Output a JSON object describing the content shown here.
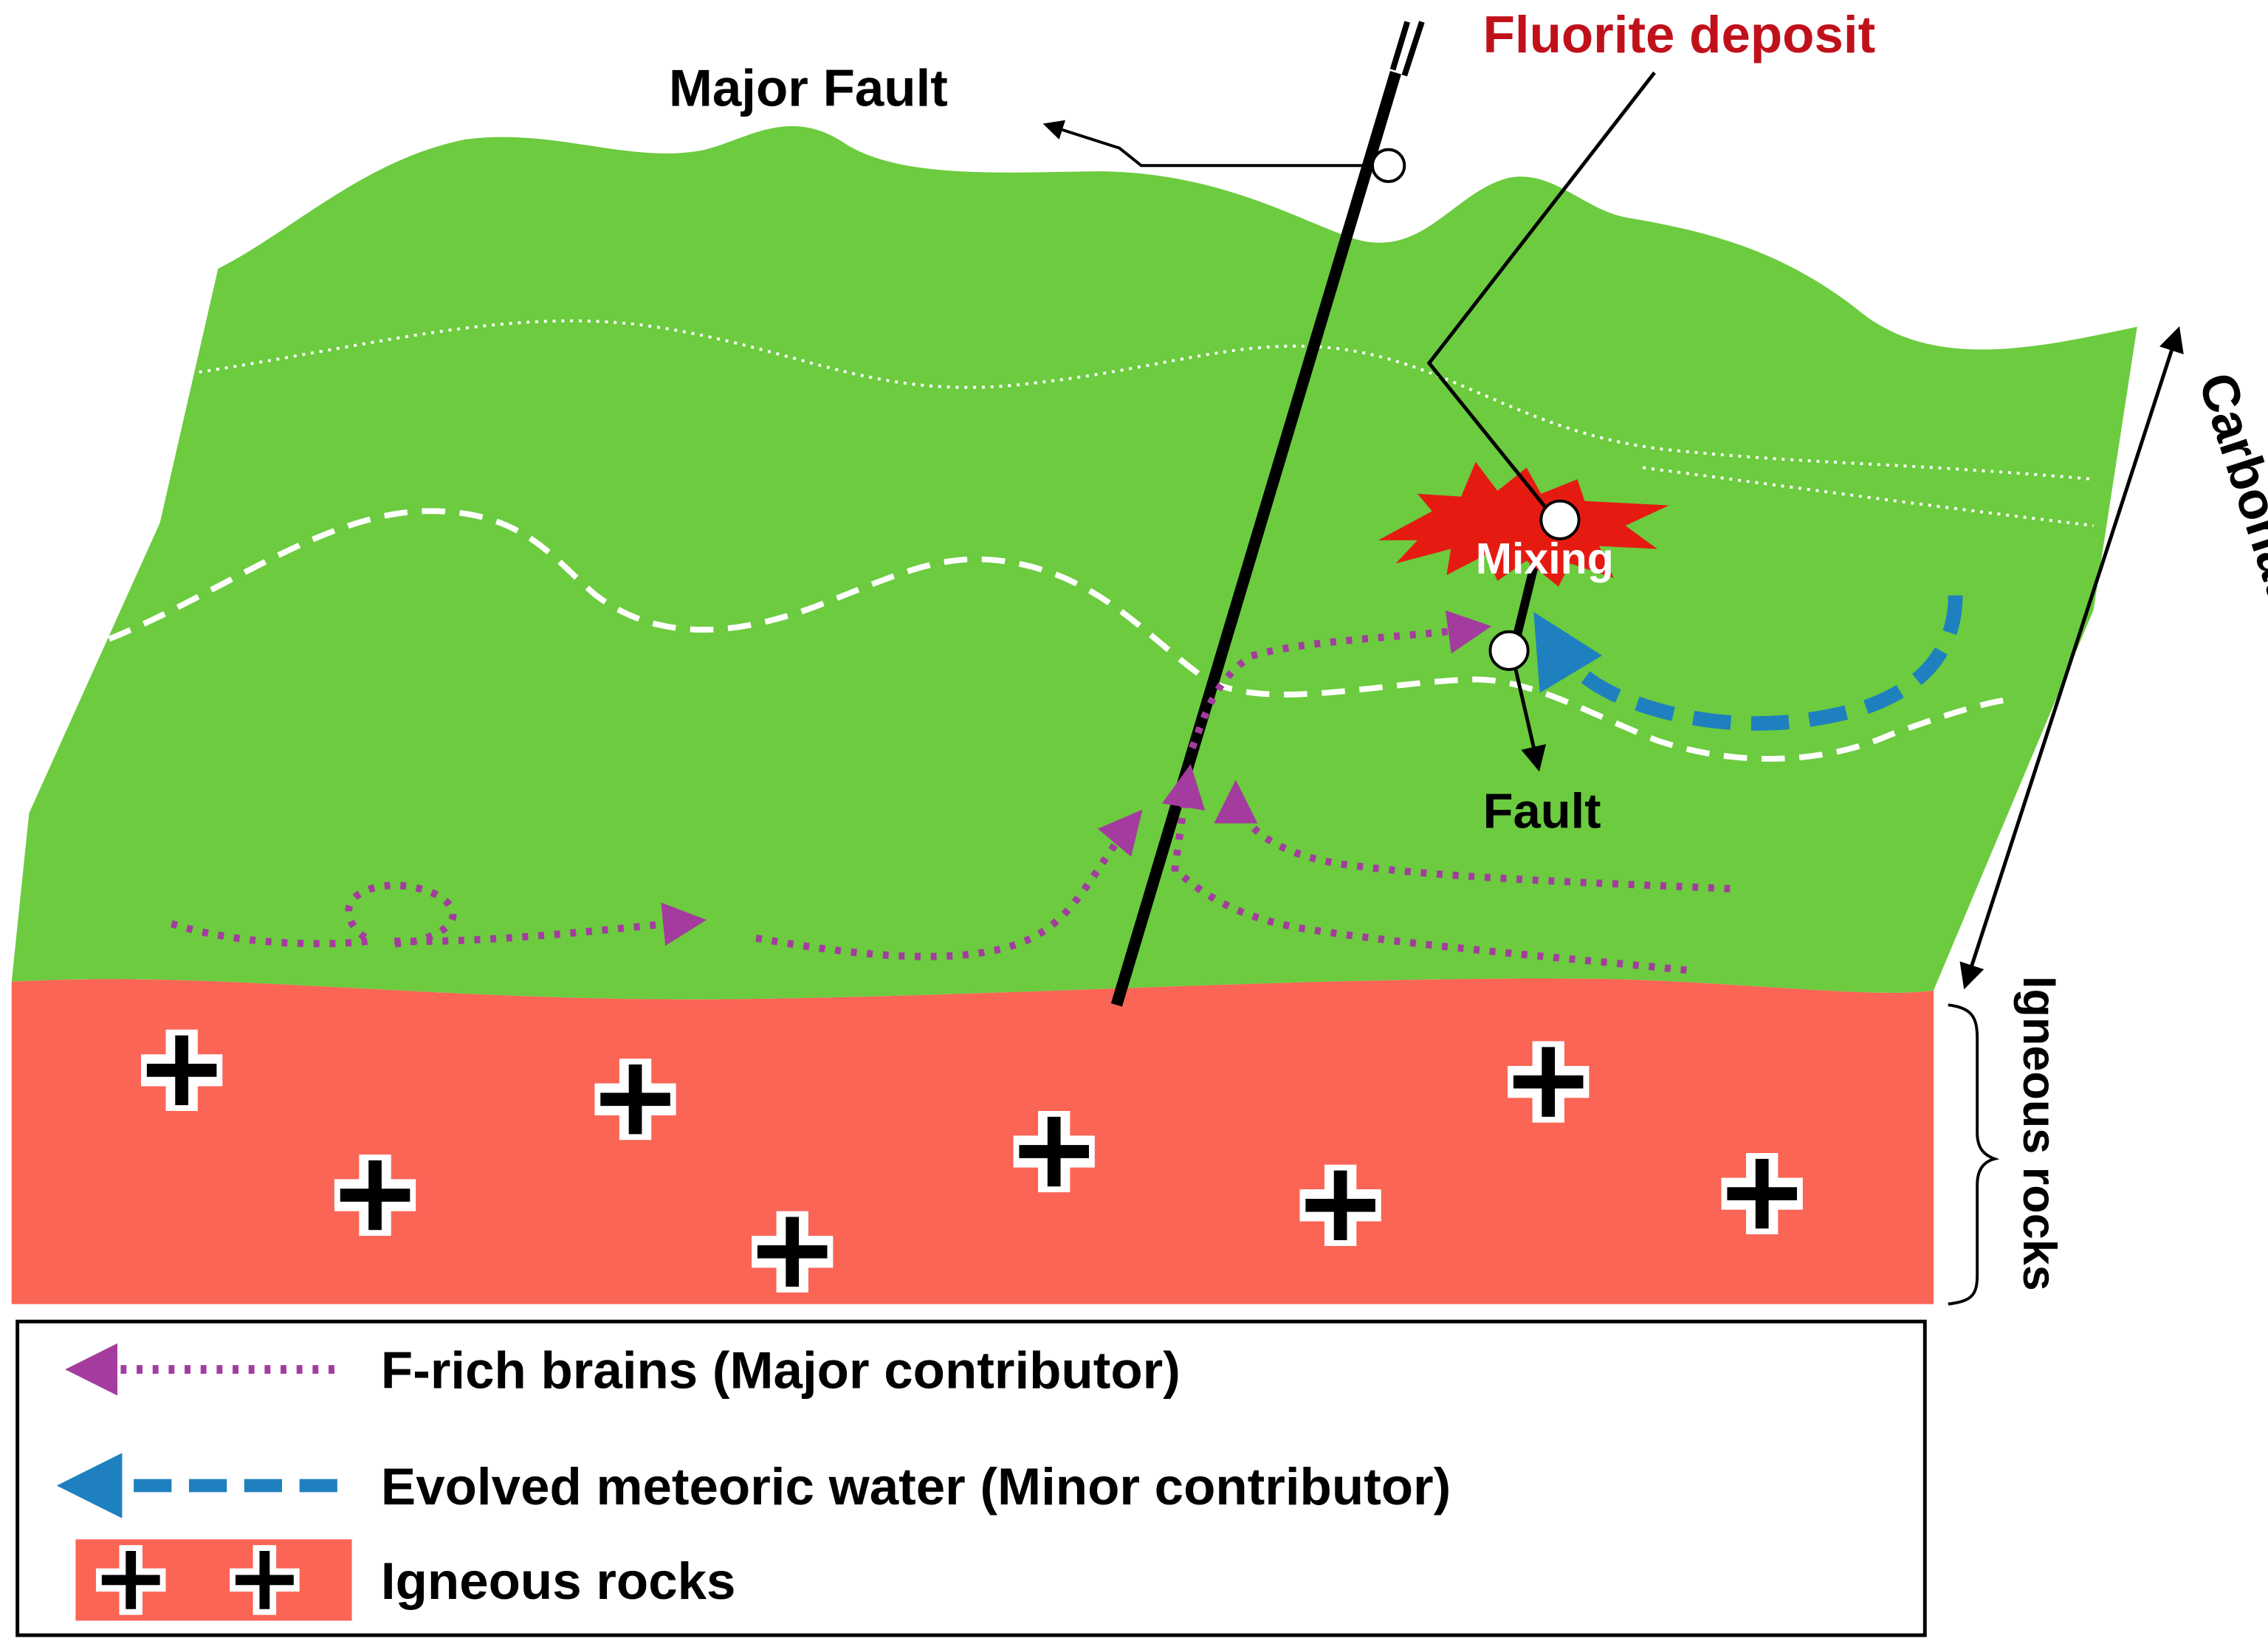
{
  "labels": {
    "major_fault": "Major Fault",
    "fluorite_deposit": "Fluorite deposit",
    "mixing": "Mixing",
    "fault": "Fault",
    "carbonate_sequence": "Carbonate sequence",
    "igneous_rocks_side": "Igneous rocks"
  },
  "legend": {
    "items": [
      {
        "label": "F-rich brains (Major contributor)",
        "symbol": "purple-dotted-arrow"
      },
      {
        "label": "Evolved meteoric water (Minor contributor)",
        "symbol": "blue-dashed-arrow"
      },
      {
        "label": "Igneous rocks",
        "symbol": "red-box-with-crosses"
      }
    ]
  },
  "colors": {
    "carbonate_green": "#6CCB3F",
    "igneous_red": "#FA6556",
    "brine_purple": "#A33C9E",
    "meteoric_blue": "#1F80BF",
    "deposit_red": "#E51B12",
    "fluorite_label": "#C0111B"
  }
}
